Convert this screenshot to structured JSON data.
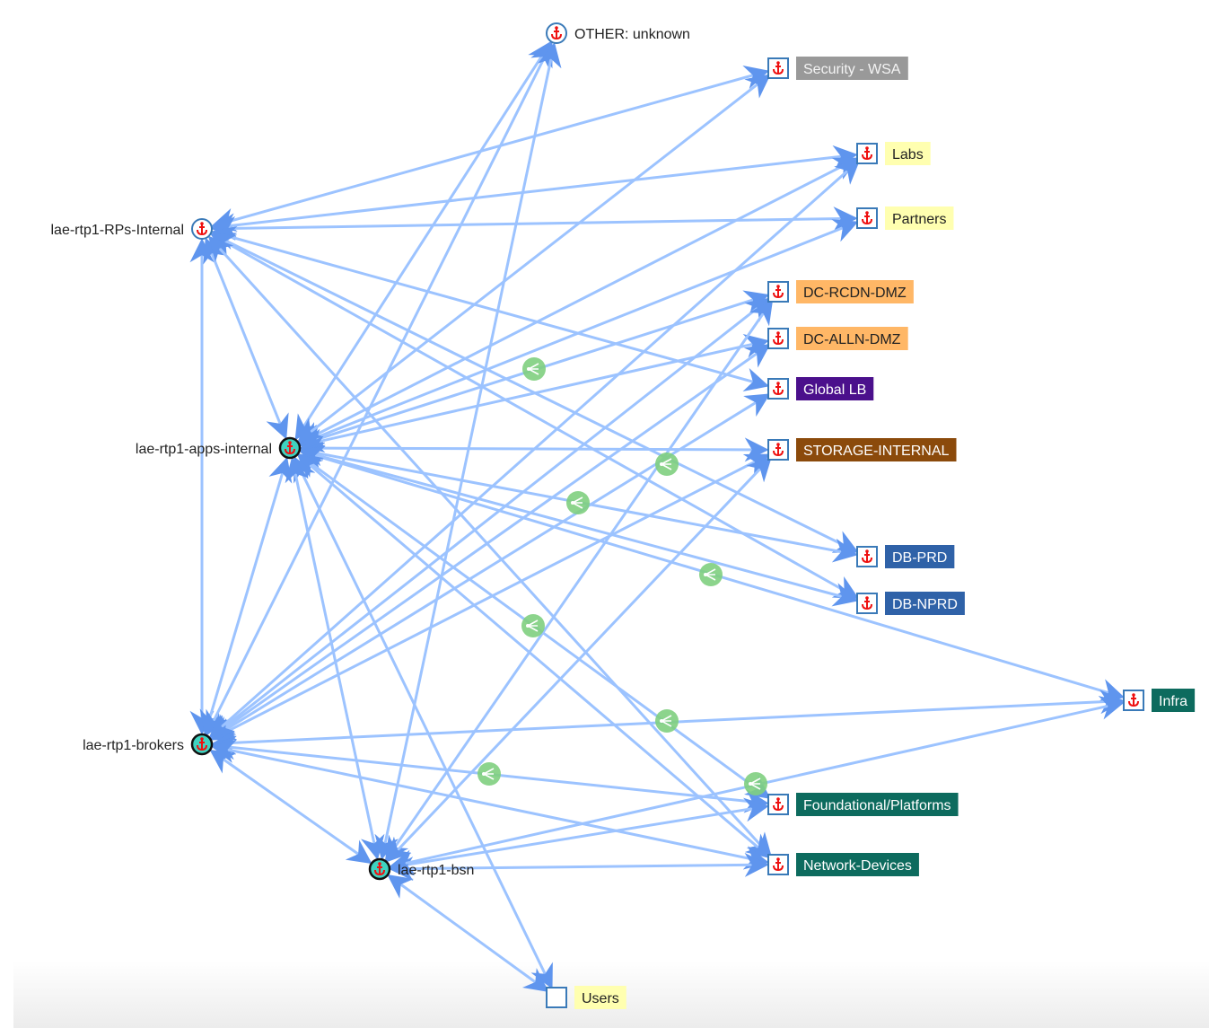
{
  "colors": {
    "edge": "#9cc3ff",
    "arrow": "#5f95ee",
    "cluster": "#7fcf7f",
    "anchor": "#ee1111",
    "node_border": "#3a7ab8",
    "teal_fill": "#3fd3c0"
  },
  "nodes": [
    {
      "id": "other",
      "label": "OTHER: unknown",
      "shape": "circle",
      "tag_bg": null,
      "tag_fg": "#222222"
    },
    {
      "id": "wsa",
      "label": "Security - WSA",
      "shape": "square",
      "tag_bg": "#999999",
      "tag_fg": "#f4f4f4"
    },
    {
      "id": "labs",
      "label": "Labs",
      "shape": "square",
      "tag_bg": "#ffffb0",
      "tag_fg": "#222222"
    },
    {
      "id": "partners",
      "label": "Partners",
      "shape": "square",
      "tag_bg": "#ffffb0",
      "tag_fg": "#222222"
    },
    {
      "id": "rcdn",
      "label": "DC-RCDN-DMZ",
      "shape": "square",
      "tag_bg": "#ffb766",
      "tag_fg": "#222222"
    },
    {
      "id": "alln",
      "label": "DC-ALLN-DMZ",
      "shape": "square",
      "tag_bg": "#ffb766",
      "tag_fg": "#222222"
    },
    {
      "id": "globallb",
      "label": "Global LB",
      "shape": "square",
      "tag_bg": "#4b108c",
      "tag_fg": "#ffffff"
    },
    {
      "id": "storage",
      "label": "STORAGE-INTERNAL",
      "shape": "square",
      "tag_bg": "#8b4a0b",
      "tag_fg": "#ffffff"
    },
    {
      "id": "dbprd",
      "label": "DB-PRD",
      "shape": "square",
      "tag_bg": "#2f62a8",
      "tag_fg": "#ffffff"
    },
    {
      "id": "dbnprd",
      "label": "DB-NPRD",
      "shape": "square",
      "tag_bg": "#2f62a8",
      "tag_fg": "#ffffff"
    },
    {
      "id": "infra",
      "label": "Infra",
      "shape": "square",
      "tag_bg": "#0d6b5e",
      "tag_fg": "#ffffff"
    },
    {
      "id": "foundational",
      "label": "Foundational/Platforms",
      "shape": "square",
      "tag_bg": "#0d6b5e",
      "tag_fg": "#ffffff"
    },
    {
      "id": "network",
      "label": "Network-Devices",
      "shape": "square",
      "tag_bg": "#0d6b5e",
      "tag_fg": "#ffffff"
    },
    {
      "id": "users",
      "label": "Users",
      "shape": "empty-square",
      "tag_bg": "#ffffb0",
      "tag_fg": "#222222"
    },
    {
      "id": "rps",
      "label": "lae-rtp1-RPs-Internal",
      "shape": "circle",
      "tag_bg": null,
      "tag_fg": "#222222"
    },
    {
      "id": "apps",
      "label": "lae-rtp1-apps-internal",
      "shape": "dark-circle",
      "tag_bg": null,
      "tag_fg": "#222222"
    },
    {
      "id": "brokers",
      "label": "lae-rtp1-brokers",
      "shape": "dark-circle",
      "tag_bg": null,
      "tag_fg": "#222222"
    },
    {
      "id": "bsn",
      "label": "lae-rtp1-bsn",
      "shape": "dark-circle",
      "tag_bg": null,
      "tag_fg": "#222222"
    }
  ],
  "edges": [
    [
      "rps",
      "wsa"
    ],
    [
      "rps",
      "labs"
    ],
    [
      "rps",
      "partners"
    ],
    [
      "rps",
      "globallb"
    ],
    [
      "rps",
      "dbprd"
    ],
    [
      "rps",
      "dbnprd"
    ],
    [
      "rps",
      "apps"
    ],
    [
      "rps",
      "brokers"
    ],
    [
      "rps",
      "network"
    ],
    [
      "apps",
      "other"
    ],
    [
      "apps",
      "labs"
    ],
    [
      "apps",
      "partners"
    ],
    [
      "apps",
      "rcdn"
    ],
    [
      "apps",
      "alln"
    ],
    [
      "apps",
      "storage"
    ],
    [
      "apps",
      "dbprd"
    ],
    [
      "apps",
      "dbnprd"
    ],
    [
      "apps",
      "infra"
    ],
    [
      "apps",
      "foundational"
    ],
    [
      "apps",
      "network"
    ],
    [
      "apps",
      "users"
    ],
    [
      "apps",
      "brokers"
    ],
    [
      "apps",
      "bsn"
    ],
    [
      "apps",
      "wsa"
    ],
    [
      "brokers",
      "other"
    ],
    [
      "brokers",
      "rcdn"
    ],
    [
      "brokers",
      "alln"
    ],
    [
      "brokers",
      "globallb"
    ],
    [
      "brokers",
      "storage"
    ],
    [
      "brokers",
      "infra"
    ],
    [
      "brokers",
      "foundational"
    ],
    [
      "brokers",
      "network"
    ],
    [
      "brokers",
      "bsn"
    ],
    [
      "brokers",
      "labs"
    ],
    [
      "bsn",
      "other"
    ],
    [
      "bsn",
      "rcdn"
    ],
    [
      "bsn",
      "storage"
    ],
    [
      "bsn",
      "foundational"
    ],
    [
      "bsn",
      "network"
    ],
    [
      "bsn",
      "users"
    ],
    [
      "bsn",
      "infra"
    ]
  ],
  "cluster_icon_count": 8
}
